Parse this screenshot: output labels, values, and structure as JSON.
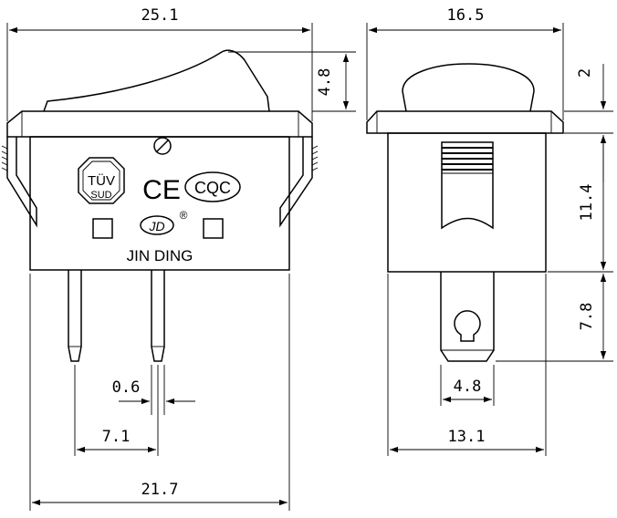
{
  "front_view": {
    "dims": {
      "overall_width": "25.1",
      "rocker_height": "4.8",
      "pin_width": "0.6",
      "pin_pitch": "7.1",
      "body_width": "21.7"
    },
    "marks": {
      "tuv_top": "TÜV",
      "tuv_bottom": "SUD",
      "ce": "CE",
      "cqc": "CQC",
      "jd": "JD",
      "registered": "®",
      "brand": "JIN DING"
    }
  },
  "side_view": {
    "dims": {
      "overall_width": "16.5",
      "top_height": "2",
      "body_height": "11.4",
      "terminal_length": "7.8",
      "terminal_width": "4.8",
      "body_width": "13.1"
    }
  }
}
